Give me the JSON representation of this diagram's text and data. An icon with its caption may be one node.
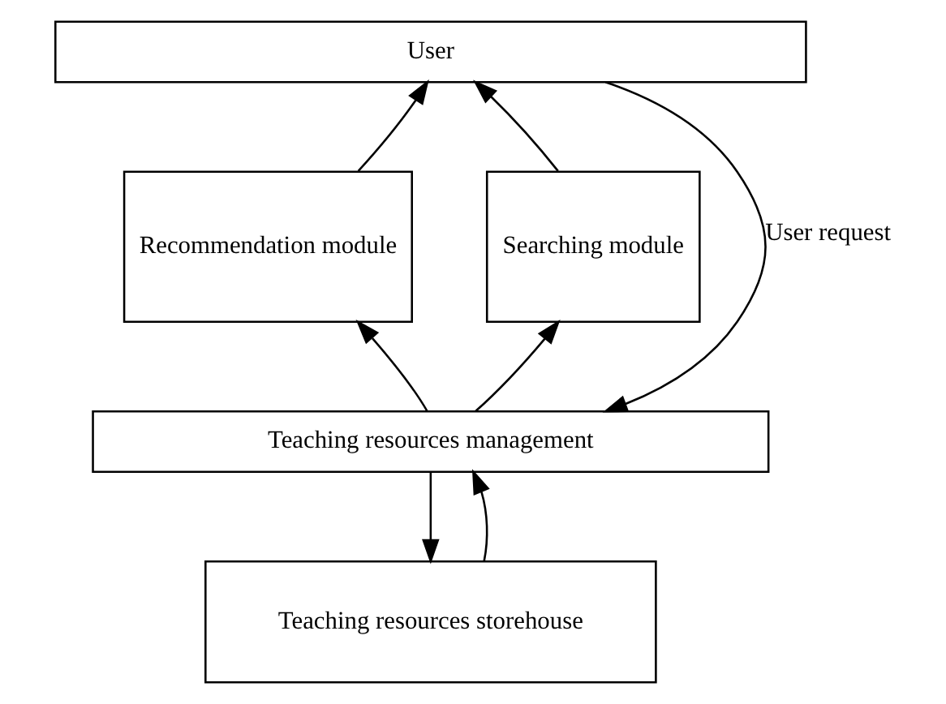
{
  "diagram": {
    "nodes": [
      {
        "text": [
          "User"
        ]
      },
      {
        "text": [
          "Recommendation module"
        ]
      },
      {
        "text": [
          "Searching module"
        ]
      },
      {
        "text": [
          "Teaching resources management"
        ]
      },
      {
        "text": [
          "Teaching resources storehouse"
        ]
      }
    ],
    "edges": [
      {
        "from": 0,
        "to": 3,
        "arrow": "to",
        "label": "User request"
      },
      {
        "from": 1,
        "to": 0,
        "arrow": "to"
      },
      {
        "from": 2,
        "to": 0,
        "arrow": "to"
      },
      {
        "from": 3,
        "to": 1,
        "arrow": "to"
      },
      {
        "from": 3,
        "to": 2,
        "arrow": "to"
      },
      {
        "from": 3,
        "to": 4,
        "arrow": "to"
      },
      {
        "from": 4,
        "to": 3,
        "arrow": "to"
      }
    ]
  }
}
